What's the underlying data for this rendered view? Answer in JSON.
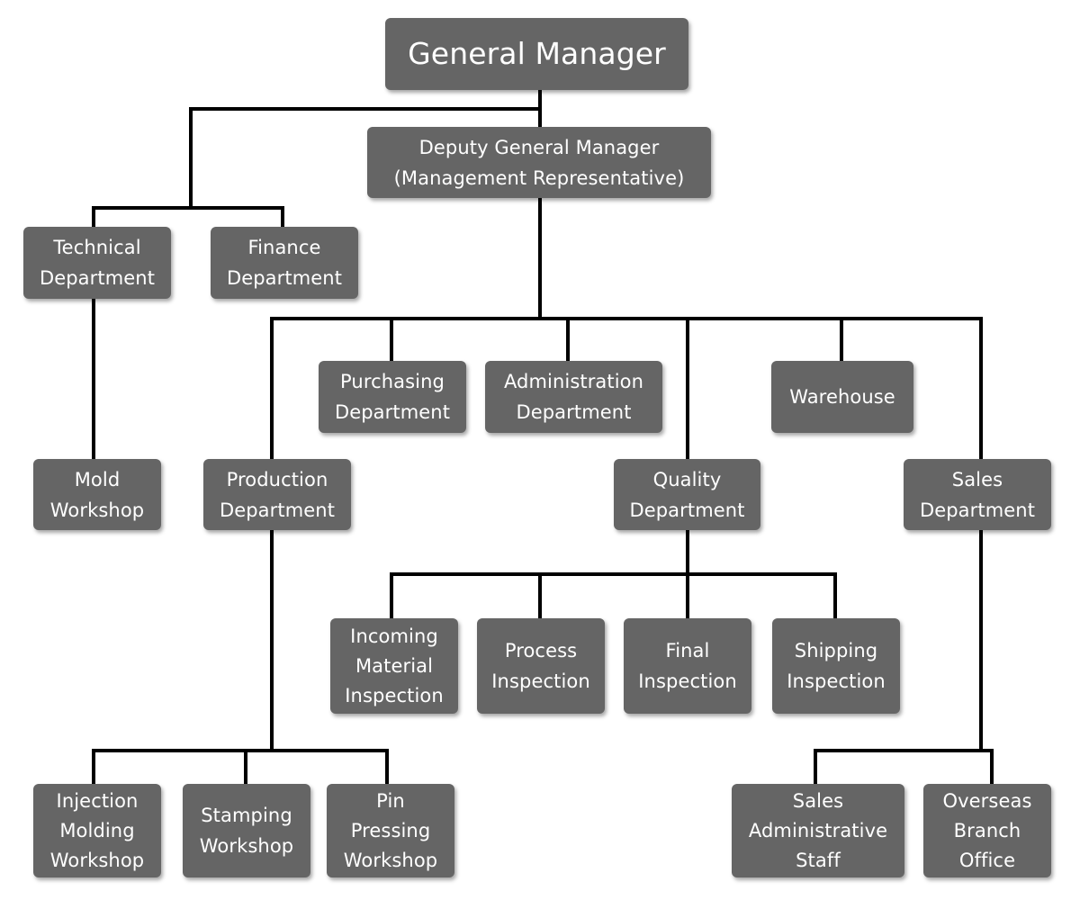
{
  "org_chart": {
    "nodes": {
      "general_manager": "General Manager",
      "deputy_general_manager": "Deputy General Manager\n(Management Representative)",
      "technical_department": "Technical\nDepartment",
      "finance_department": "Finance\nDepartment",
      "mold_workshop": "Mold\nWorkshop",
      "purchasing_department": "Purchasing\nDepartment",
      "administration_department": "Administration\nDepartment",
      "warehouse": "Warehouse",
      "production_department": "Production\nDepartment",
      "quality_department": "Quality\nDepartment",
      "sales_department": "Sales\nDepartment",
      "incoming_material_inspection": "Incoming\nMaterial\nInspection",
      "process_inspection": "Process\nInspection",
      "final_inspection": "Final\nInspection",
      "shipping_inspection": "Shipping\nInspection",
      "injection_molding_workshop": "Injection\nMolding\nWorkshop",
      "stamping_workshop": "Stamping\nWorkshop",
      "pin_pressing_workshop": "Pin\nPressing\nWorkshop",
      "sales_administrative_staff": "Sales\nAdministrative\nStaff",
      "overseas_branch_office": "Overseas\nBranch\nOffice"
    },
    "colors": {
      "node_fill": "#656565",
      "node_text": "#ffffff",
      "connector": "#000000"
    }
  }
}
